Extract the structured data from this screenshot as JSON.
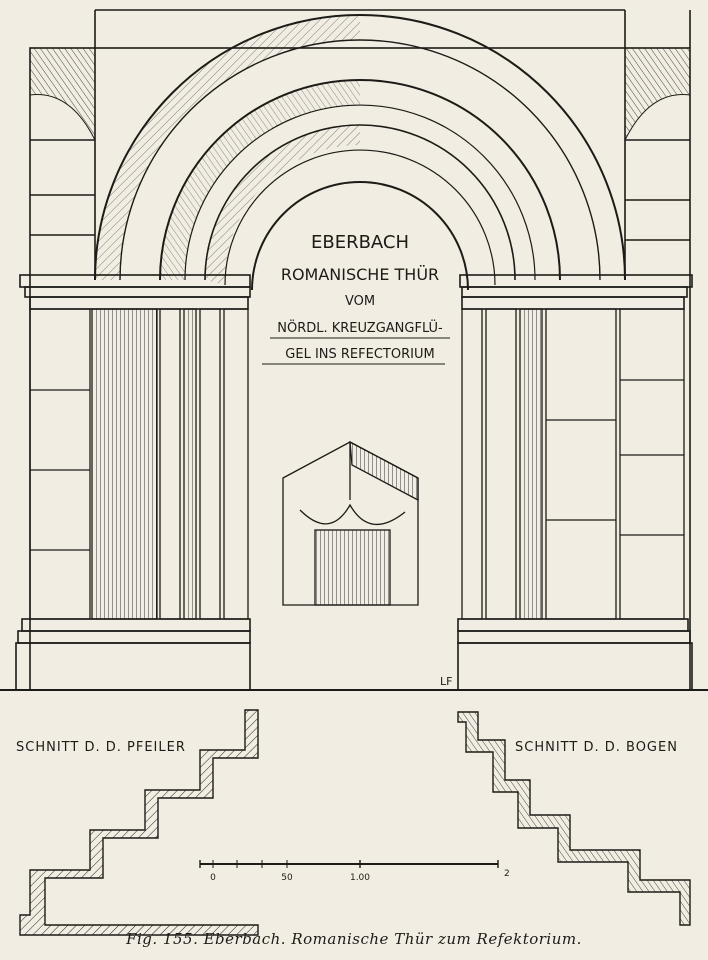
{
  "inscription": {
    "line1": "EBERBACH",
    "line2": "ROMANISCHE THÜR",
    "line3": "VOM",
    "line4": "NÖRDL. KREUZGANGFLÜ-",
    "line5": "GEL INS REFECTORIUM"
  },
  "monogram": "LF",
  "sections": {
    "left_label": "SCHNITT D. D. PFEILER",
    "right_label": "SCHNITT D. D. BOGEN"
  },
  "scale": {
    "ticks": [
      "0",
      "50",
      "1.00",
      "2"
    ]
  },
  "caption": "Fig. 155.  Eberbach.  Romanische Thür zum Refektorium.",
  "colors": {
    "paper": "#f1ede2",
    "ink": "#1d1b18"
  }
}
